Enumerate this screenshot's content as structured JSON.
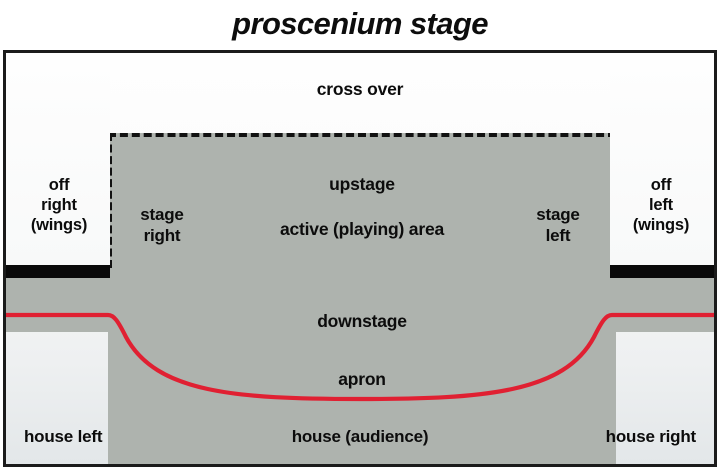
{
  "title": "proscenium stage",
  "diagram": {
    "zones": {
      "crossover": "cross over",
      "upstage": "upstage",
      "active_area": "active (playing) area",
      "downstage": "downstage",
      "apron": "apron",
      "off_right": "off\nright\n(wings)",
      "off_right_lines": [
        "off",
        "right",
        "(wings)"
      ],
      "off_left_lines": [
        "off",
        "left",
        "(wings)"
      ],
      "stage_right_lines": [
        "stage",
        "right"
      ],
      "stage_left_lines": [
        "stage",
        "left"
      ],
      "house_left": "house left",
      "house_audience": "house (audience)",
      "house_right": "house right"
    },
    "colors": {
      "stage_fill": "#aeb3ae",
      "apron_edge": "#e02032",
      "proscenium_wall": "#0a0a0a",
      "frame_border": "#1b1b1b",
      "house_fill": "#e3e7e9",
      "wing_fill": "#fbfbfb",
      "text": "#0c0c0c"
    }
  }
}
